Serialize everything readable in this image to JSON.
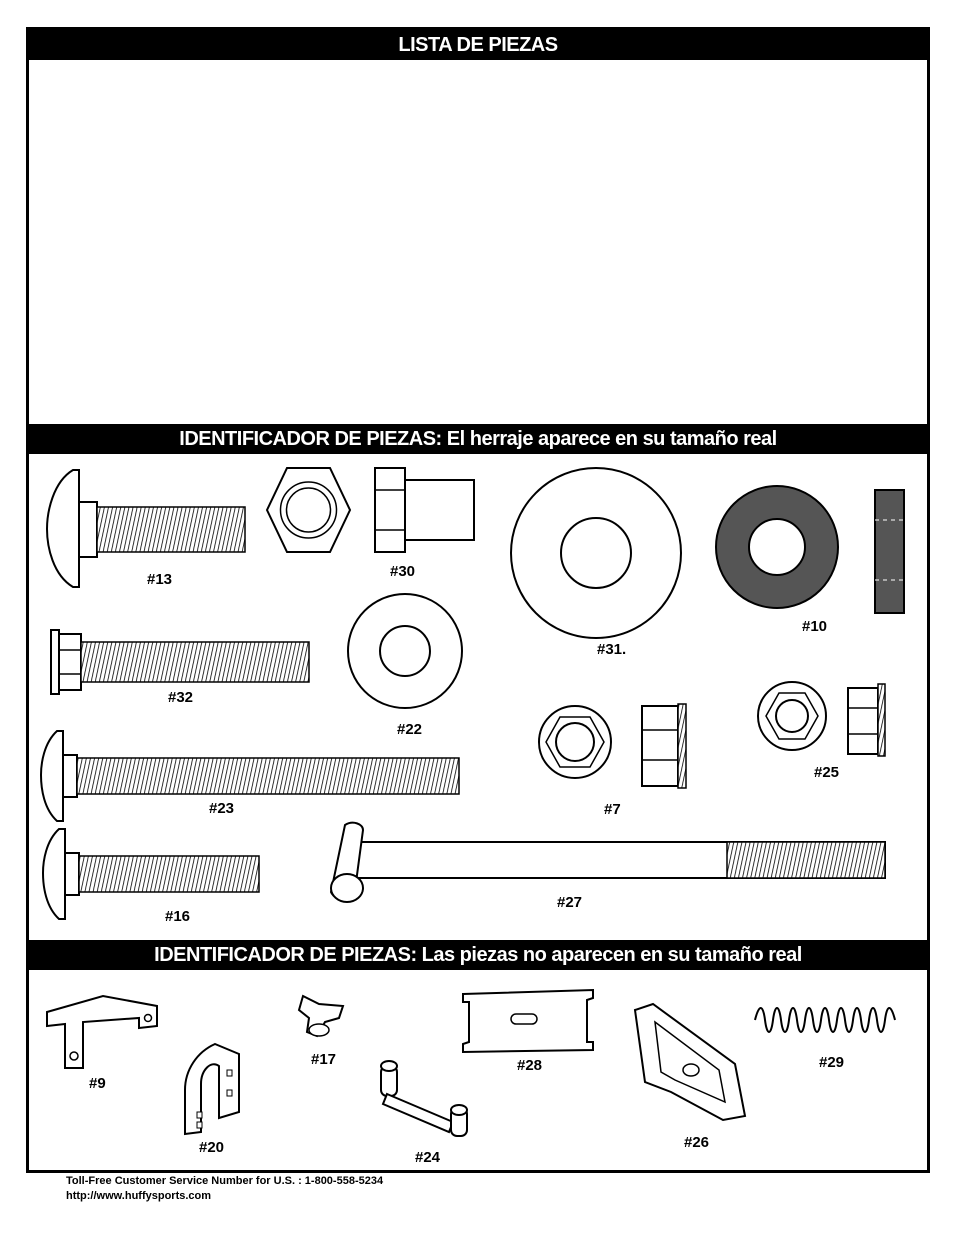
{
  "sections": {
    "parts_list": {
      "title": "LISTA DE PIEZAS"
    },
    "identifier_actual": {
      "title_bold": "IDENTIFICADOR DE PIEZAS:",
      "title_rest": " El herraje aparece en su tamaño real"
    },
    "identifier_not_actual": {
      "title_bold": "IDENTIFICADOR DE PIEZAS:",
      "title_rest": " Las piezas no aparecen en su tamaño real"
    }
  },
  "parts_actual": {
    "p13": "#13",
    "p30": "#30",
    "p31": "#31.",
    "p10": "#10",
    "p32": "#32",
    "p22": "#22",
    "p7": "#7",
    "p25": "#25",
    "p23": "#23",
    "p16": "#16",
    "p27": "#27"
  },
  "parts_scaled": {
    "p9": "#9",
    "p20": "#20",
    "p17": "#17",
    "p24": "#24",
    "p28": "#28",
    "p26": "#26",
    "p29": "#29"
  },
  "footer": {
    "phone": "Toll-Free Customer Service Number for U.S. : 1-800-558-5234",
    "url": "http://www.huffysports.com"
  },
  "colors": {
    "bar": "#000000",
    "washer_fill": "#555555"
  }
}
